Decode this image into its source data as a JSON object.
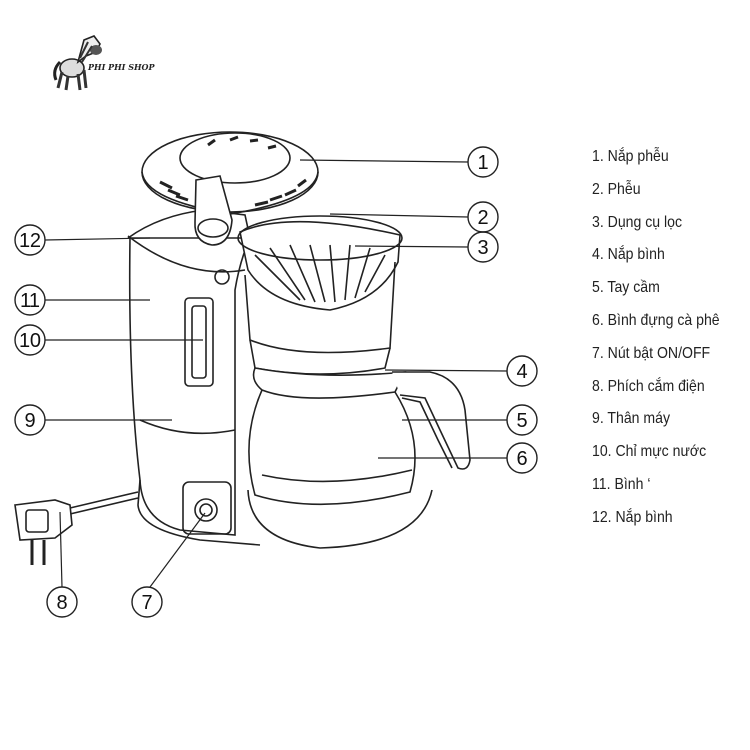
{
  "logo": {
    "text": "PHI PHI SHOP"
  },
  "callouts": [
    "1",
    "2",
    "3",
    "4",
    "5",
    "6",
    "7",
    "8",
    "9",
    "10",
    "11",
    "12"
  ],
  "legend": [
    "1. Nắp phễu",
    "2. Phễu",
    "3. Dụng cụ lọc",
    "4. Nắp bình",
    "5. Tay cầm",
    "6. Bình đựng cà phê",
    "7. Nút bật ON/OFF",
    "8. Phích cắm điện",
    "9. Thân máy",
    "10. Chỉ mực nước",
    "11. Bình ‘",
    "12. Nắp bình"
  ]
}
